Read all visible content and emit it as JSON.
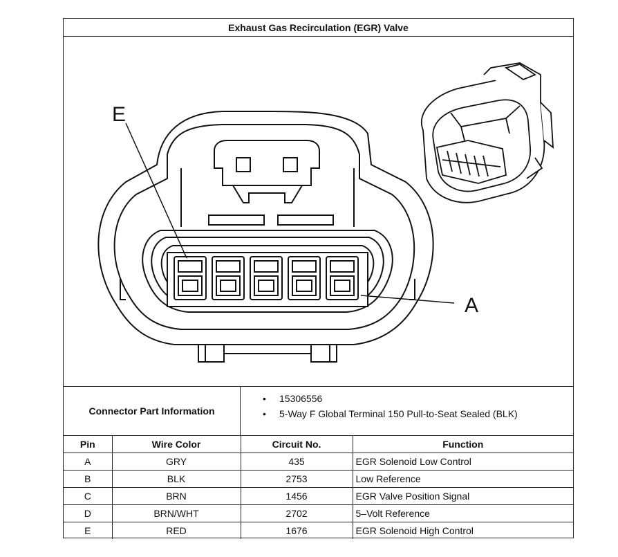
{
  "title": "Exhaust Gas Recirculation (EGR) Valve",
  "callouts": {
    "top_left": "E",
    "right": "A"
  },
  "connector_info": {
    "label": "Connector Part Information",
    "items": [
      "15306556",
      "5-Way F Global Terminal 150 Pull-to-Seat Sealed (BLK)"
    ],
    "bullet": "•"
  },
  "table": {
    "headers": [
      "Pin",
      "Wire Color",
      "Circuit No.",
      "Function"
    ],
    "rows": [
      [
        "A",
        "GRY",
        "435",
        "EGR Solenoid Low Control"
      ],
      [
        "B",
        "BLK",
        "2753",
        "Low Reference"
      ],
      [
        "C",
        "BRN",
        "1456",
        "EGR Valve Position Signal"
      ],
      [
        "D",
        "BRN/WHT",
        "2702",
        "5–Volt Reference"
      ],
      [
        "E",
        "RED",
        "1676",
        "EGR Solenoid High Control"
      ]
    ]
  }
}
